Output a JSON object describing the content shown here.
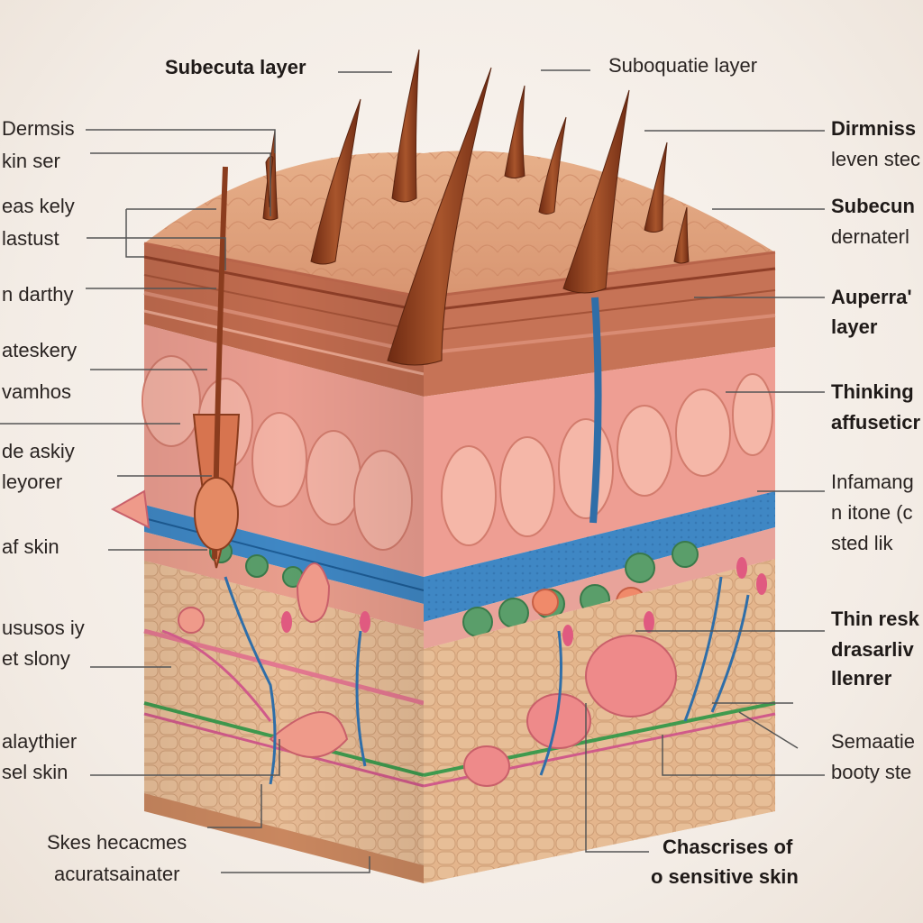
{
  "labels": {
    "top_left": "Subecuta layer",
    "top_right": "Suboquatie layer",
    "left_1a": "Dermsis",
    "left_1b": "kin ser",
    "left_2a": "eas kely",
    "left_2b": "lastust",
    "left_3": "n darthy",
    "left_4a": "ateskery",
    "left_4b": "vamhos",
    "left_5a": "de askiy",
    "left_5b": "leyorer",
    "left_6": "af skin",
    "left_7a": "ususos iy",
    "left_7b": "et slony",
    "left_8a": "alaythier",
    "left_8b": "sel skin",
    "bottom_left_a": "Skes hecacmes",
    "bottom_left_b": "acuratsainater",
    "right_1a": "Dirmniss",
    "right_1b": "leven stec",
    "right_2a": "Subecun",
    "right_2b": "dernaterl",
    "right_3a": "Auperra'",
    "right_3b": "layer",
    "right_4a": "Thinking",
    "right_4b": "affuseticr",
    "right_5a": "Infamang",
    "right_5b": "n itone (c",
    "right_5c": "sted lik",
    "right_6a": "Thin resk",
    "right_6b": "drasarliv",
    "right_6c": "llenrer",
    "right_7a": "Semaatie",
    "right_7b": "booty ste",
    "bottom_right_a": "Chascrises of",
    "bottom_right_b": "o sensitive skin"
  },
  "colors": {
    "epidermis_top": "#e0a57c",
    "epidermis_line": "#b8644a",
    "dermis_pink": "#ec9c94",
    "fat_lobule": "#f2b3a6",
    "vessel_blue": "#3f87c4",
    "node_green": "#5a9e6a",
    "hair_brown": "#8a3c1e",
    "hypodermis": "#e2b48c",
    "leader_line": "#555555"
  },
  "icons": [
    "hair-follicle-icon",
    "sweat-gland-icon",
    "blood-vessel-icon",
    "nerve-icon"
  ]
}
